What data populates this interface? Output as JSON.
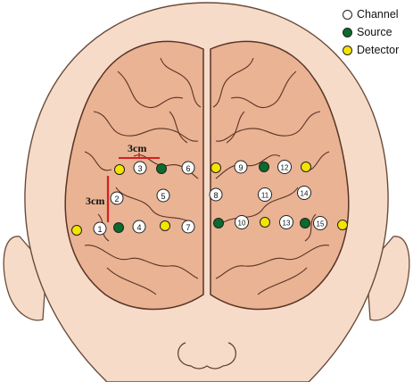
{
  "legend": {
    "items": [
      {
        "label": "Channel",
        "color": "#ffffff"
      },
      {
        "label": "Source",
        "color": "#0b6b2c"
      },
      {
        "label": "Detector",
        "color": "#f5e400"
      }
    ]
  },
  "colors": {
    "skin": "#f6dcc8",
    "skin_outline": "#6b4b3a",
    "brain": "#e9b394",
    "brain_outline": "#5a3326",
    "source": "#0b6b2c",
    "detector": "#f5e400",
    "channel": "#ffffff",
    "scale_bar": "#d62020"
  },
  "scale": {
    "horizontal_label": "3cm",
    "vertical_label": "3cm"
  },
  "channels": [
    "1",
    "2",
    "3",
    "4",
    "5",
    "6",
    "7",
    "8",
    "9",
    "10",
    "11",
    "12",
    "13",
    "14",
    "15"
  ]
}
